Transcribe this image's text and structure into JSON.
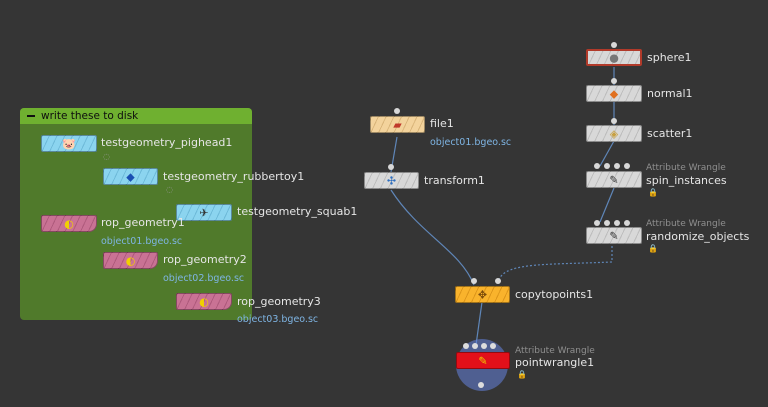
{
  "network_box": {
    "title": "write these to disk"
  },
  "nodes": {
    "testgeometry_pighead1": {
      "label": "testgeometry_pighead1"
    },
    "testgeometry_rubbertoy1": {
      "label": "testgeometry_rubbertoy1"
    },
    "testgeometry_squab1": {
      "label": "testgeometry_squab1"
    },
    "rop_geometry1": {
      "label": "rop_geometry1",
      "file": "object01.bgeo.sc"
    },
    "rop_geometry2": {
      "label": "rop_geometry2",
      "file": "object02.bgeo.sc"
    },
    "rop_geometry3": {
      "label": "rop_geometry3",
      "file": "object03.bgeo.sc"
    },
    "file1": {
      "label": "file1",
      "file": "object01.bgeo.sc"
    },
    "transform1": {
      "label": "transform1"
    },
    "sphere1": {
      "label": "sphere1"
    },
    "normal1": {
      "label": "normal1"
    },
    "scatter1": {
      "label": "scatter1"
    },
    "spin_instances": {
      "label": "spin_instances",
      "type": "Attribute Wrangle"
    },
    "randomize_objects": {
      "label": "randomize_objects",
      "type": "Attribute Wrangle"
    },
    "copytopoints1": {
      "label": "copytopoints1"
    },
    "pointwrangle1": {
      "label": "pointwrangle1",
      "type": "Attribute Wrangle"
    }
  },
  "colors": {
    "background": "#353535",
    "network_box": "#507a2b",
    "network_box_header": "#6fb030",
    "file_text": "#7fb5e4",
    "wire": "#5f86b8"
  },
  "icons": [
    "pig-head-icon",
    "rubber-toy-icon",
    "squab-icon",
    "render-output-icon",
    "file-icon",
    "transform-icon",
    "sphere-icon",
    "normal-icon",
    "scatter-icon",
    "wrangle-icon",
    "copy-to-points-icon",
    "lock-icon"
  ]
}
